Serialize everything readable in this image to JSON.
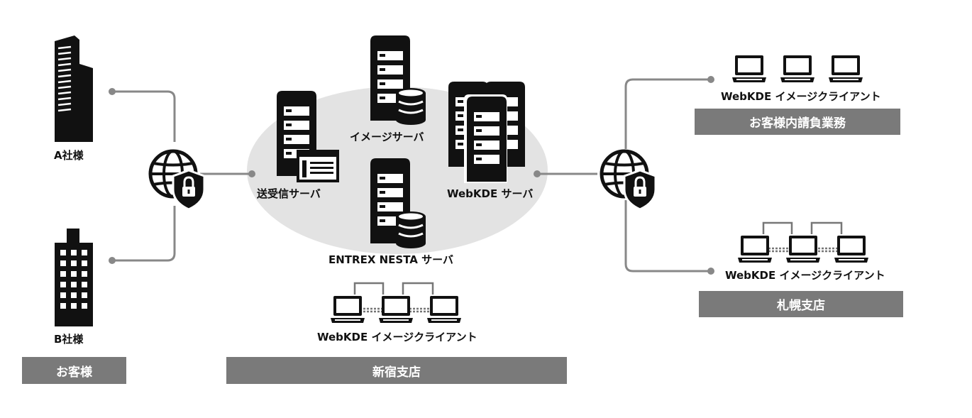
{
  "labels": {
    "company_a": "A社様",
    "company_b": "B社様",
    "image_server": "イメージサーバ",
    "send_recv_server": "送受信サーバ",
    "webkde_server": "WebKDE サーバ",
    "entrex_server": "ENTREX NESTA サーバ",
    "client_shinjuku": "WebKDE イメージクライアント",
    "client_onsite": "WebKDE イメージクライアント",
    "client_sapporo": "WebKDE イメージクライアント"
  },
  "bars": {
    "customers": "お客様",
    "shinjuku": "新宿支店",
    "onsite": "お客様内請負業務",
    "sapporo": "札幌支店"
  },
  "colors": {
    "connector": "#888888",
    "cloud": "#e3e3e3",
    "bar": "#7a7a7a",
    "icon": "#111111"
  }
}
